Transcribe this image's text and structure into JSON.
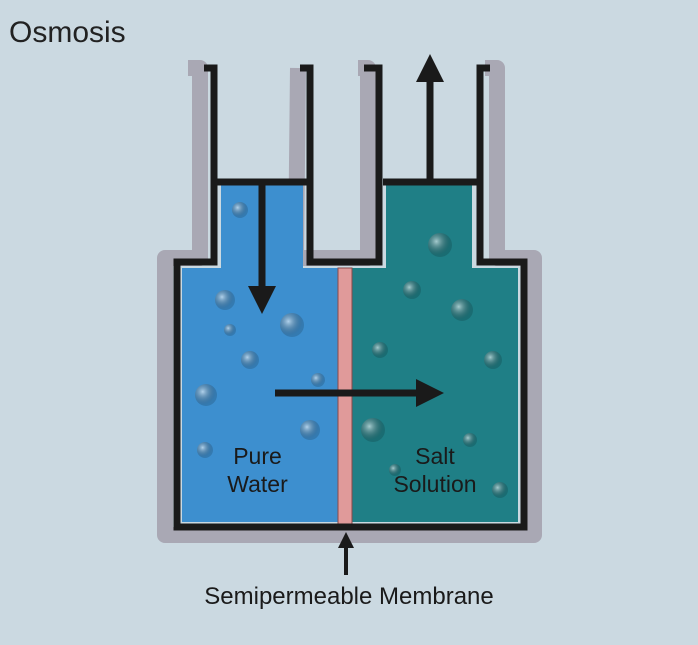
{
  "title": "Osmosis",
  "labels": {
    "left_chamber": [
      "Pure",
      "Water"
    ],
    "right_chamber": [
      "Salt",
      "Solution"
    ],
    "membrane": "Semipermeable Membrane"
  },
  "colors": {
    "background": "#cbd9e1",
    "pure_water": "#3d8fcf",
    "salt_solution": "#1f7f86",
    "membrane": "#e09a9a",
    "wall": "#1a1a1a",
    "bevel": "#a9a8b4"
  }
}
